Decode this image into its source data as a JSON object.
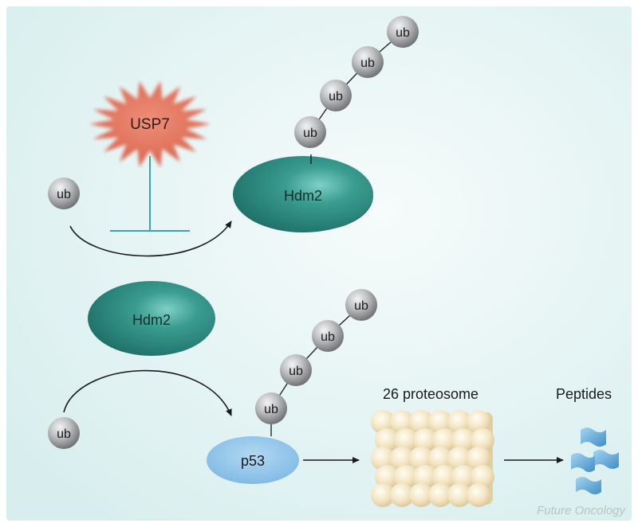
{
  "ub_label": "ub",
  "usp7_label": "USP7",
  "hdm2_top_label": "Hdm2",
  "hdm2_bottom_label": "Hdm2",
  "p53_label": "p53",
  "proteasome_label": "26 proteosome",
  "peptides_label": "Peptides",
  "credit": "Future Oncology",
  "colors": {
    "background": "#e2f2f2",
    "usp7": "#e8705a",
    "hdm2": "#2e8f84",
    "p53": "#8fc4ea",
    "ub": "#a9abae",
    "proteasome": "#f3e4c0",
    "peptides": "#5ea6d6",
    "inhibition_line": "#3aa7a3"
  }
}
